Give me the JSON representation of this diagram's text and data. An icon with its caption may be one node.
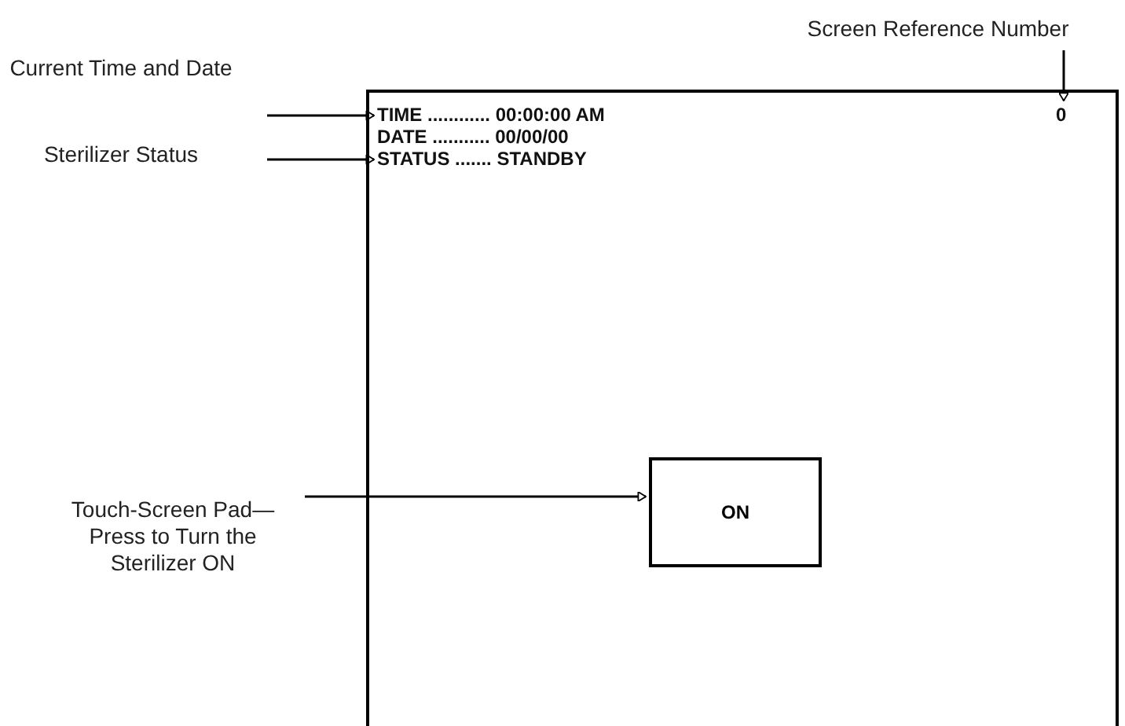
{
  "diagram": {
    "nodes": [
      {
        "text": [
          "Current Time and Date"
        ]
      },
      {
        "text": [
          "Sterilizer Status"
        ]
      },
      {
        "text": [
          "Screen Reference Number"
        ]
      },
      {
        "text": [
          "Touch-Screen Pad— Press to Turn the Sterilizer ON"
        ]
      },
      {
        "text": [],
        "shape": "box"
      },
      {
        "text": [
          "TIME ............ 00:00:00 AM"
        ],
        "in": 4
      },
      {
        "text": [
          "DATE ........... 00/00/00"
        ],
        "in": 4
      },
      {
        "text": [
          "STATUS ....... STANDBY"
        ],
        "in": 4
      },
      {
        "text": [
          "0"
        ],
        "in": 4
      },
      {
        "text": [
          "ON"
        ],
        "in": 4
      }
    ],
    "edges": [
      {
        "from": 0,
        "to": 5,
        "arrow": "to"
      },
      {
        "from": 1,
        "to": 7,
        "arrow": "to"
      },
      {
        "from": 2,
        "to": 8,
        "arrow": "to"
      },
      {
        "from": 3,
        "to": 9,
        "arrow": "to"
      }
    ]
  }
}
